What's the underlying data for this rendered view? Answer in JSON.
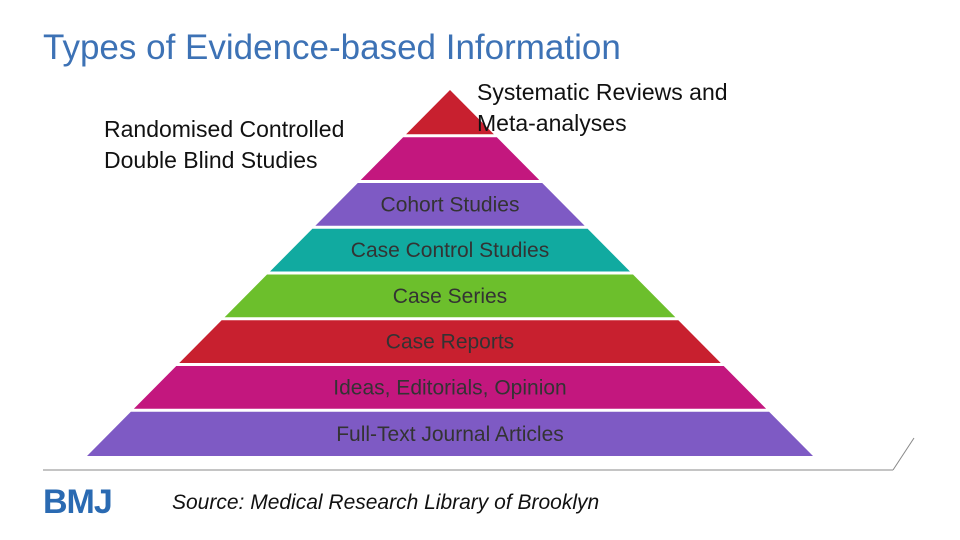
{
  "title": "Types of Evidence-based Information",
  "callouts": {
    "left": [
      "Randomised Controlled",
      "Double Blind Studies"
    ],
    "right": [
      "Systematic Reviews and",
      "Meta-analyses"
    ]
  },
  "pyramid": {
    "layers": [
      {
        "label": "",
        "color": "#c8202f"
      },
      {
        "label": "",
        "color": "#c3177e"
      },
      {
        "label": "Cohort Studies",
        "color": "#7e5ac4"
      },
      {
        "label": "Case Control Studies",
        "color": "#11aaa0"
      },
      {
        "label": "Case Series",
        "color": "#6cbf2c"
      },
      {
        "label": "Case Reports",
        "color": "#c8202f"
      },
      {
        "label": "Ideas, Editorials, Opinion",
        "color": "#c3177e"
      },
      {
        "label": "Full-Text Journal Articles",
        "color": "#7e5ac4"
      }
    ]
  },
  "source": "Source: Medical Research Library of Brooklyn",
  "logo": "BMJ",
  "colors": {
    "title": "#3d72b5",
    "logo": "#2a6ab2",
    "rule": "#888888"
  }
}
